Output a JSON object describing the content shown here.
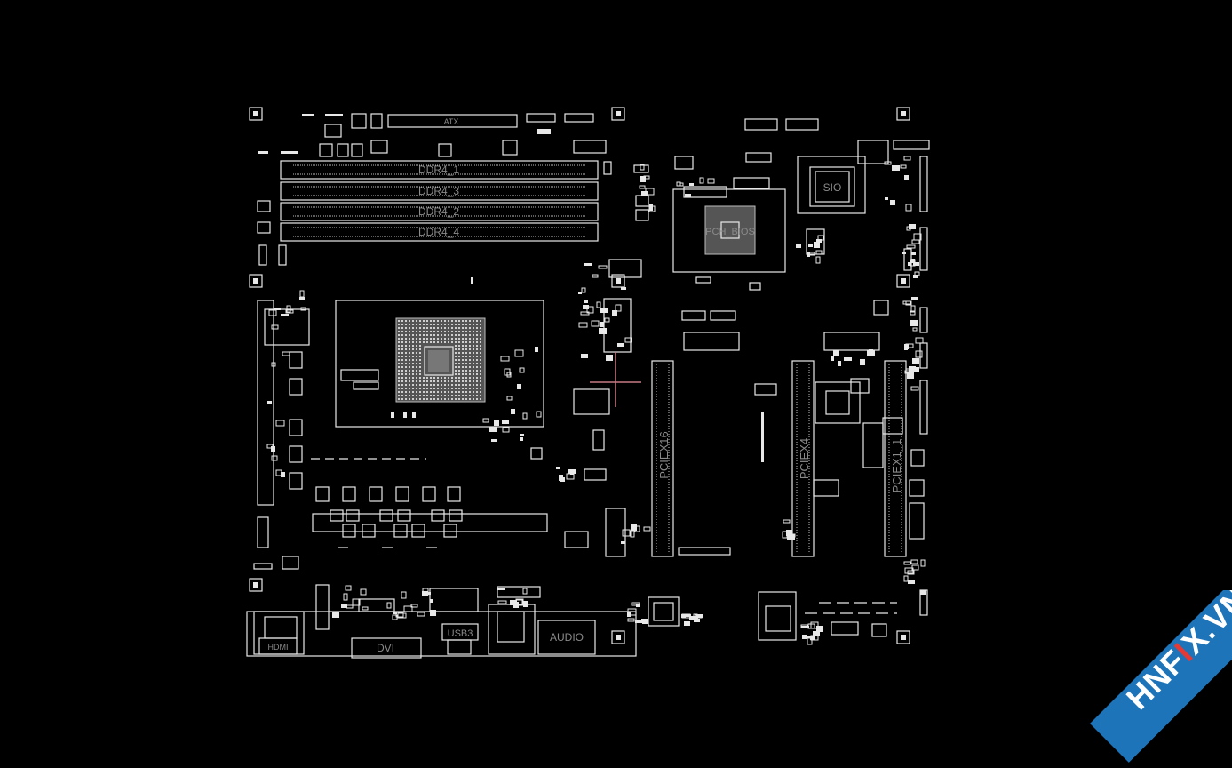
{
  "labels": {
    "atx": "ATX",
    "ddr4_1": "DDR4_1",
    "ddr4_3": "DDR4_3",
    "ddr4_2": "DDR4_2",
    "ddr4_4": "DDR4_4",
    "sio": "SIO",
    "chipset": "PCH_BIOS",
    "pciex16": "PCIEX16",
    "pciex4": "PCIEX4",
    "pciex1": "PCIEX1_1",
    "dvi": "DVI",
    "hdmi": "HDMI",
    "audio": "AUDIO",
    "usb": "USB3"
  },
  "watermark": {
    "text_a": "HNF",
    "text_x": "I",
    "text_b": "X.VN"
  },
  "colors": {
    "background": "#000000",
    "lines": "#e8e8e8",
    "cursor": "#c87a86",
    "watermark_band": "#1e74b8",
    "watermark_accent": "#e53935"
  }
}
